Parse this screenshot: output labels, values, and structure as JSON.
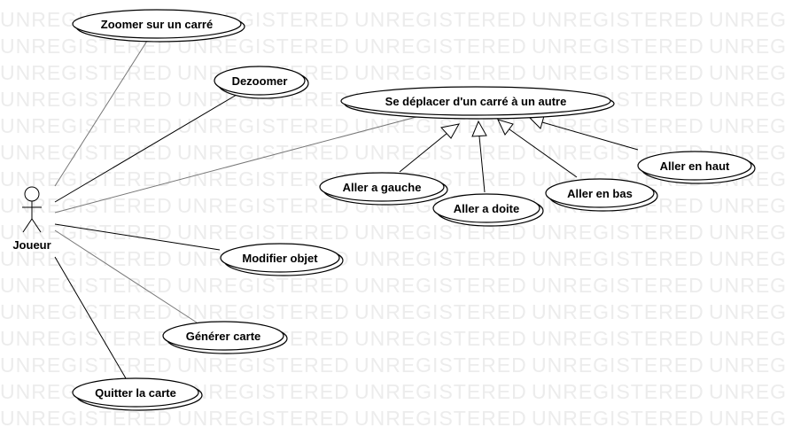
{
  "watermark": "UNREGISTERED",
  "actor": {
    "name": "Joueur"
  },
  "use_cases": {
    "zoom": "Zoomer sur un carré",
    "dezoom": "Dezoomer",
    "move": "Se déplacer d'un carré à un autre",
    "left": "Aller a gauche",
    "right": "Aller a doite",
    "down": "Aller en bas",
    "up": "Aller en haut",
    "modify": "Modifier objet",
    "generate": "Générer carte",
    "quit": "Quitter la carte"
  }
}
